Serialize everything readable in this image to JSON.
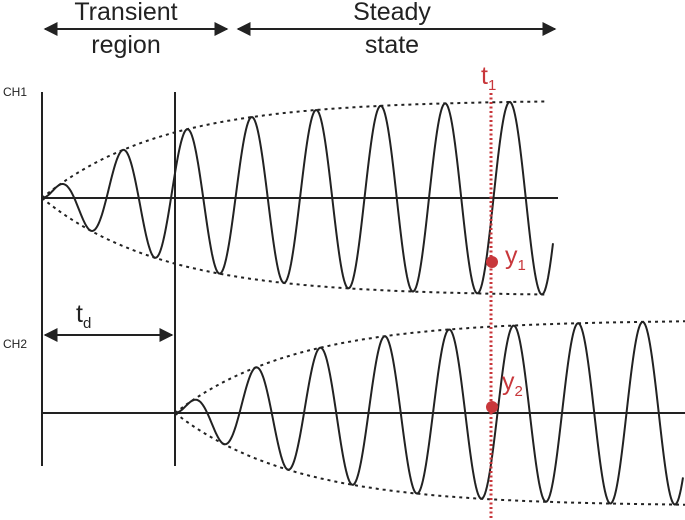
{
  "header": {
    "transient_line1": "Transient",
    "transient_line2": "region",
    "steady_line1": "Steady",
    "steady_line2": "state"
  },
  "channels": {
    "ch1": "CH1",
    "ch2": "CH2"
  },
  "markers": {
    "t": "t",
    "t_sub": "1",
    "td": "t",
    "td_sub": "d",
    "y1": "y",
    "y1_sub": "1",
    "y2": "y",
    "y2_sub": "2"
  },
  "colors": {
    "accent": "#c8373b",
    "line": "#222222"
  }
}
